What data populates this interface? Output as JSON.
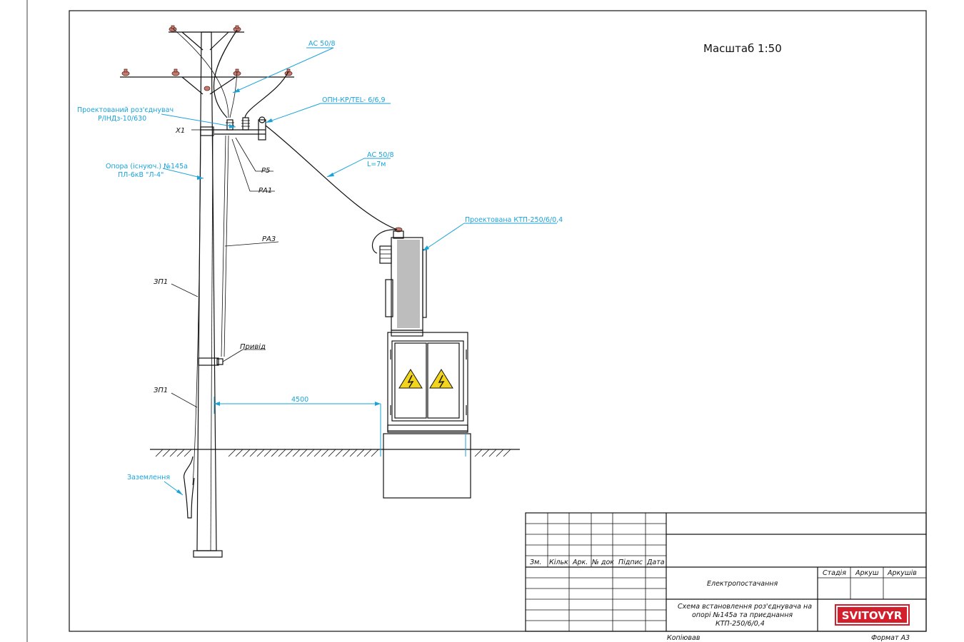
{
  "scale": "Масштаб 1:50",
  "labels": {
    "ac_top": "АС 50/8",
    "disconnector_1": "Проектований роз'єднувач",
    "disconnector_2": "Р/ІНДз-10/630",
    "opn": "ОПН-КР/TEL- 6/6,9",
    "x1": "Х1",
    "ac_mid_1": "АС 50/8",
    "ac_mid_2": "L=7м",
    "pole_1": "Опора (існуюч.) №145а",
    "pole_2": "ПЛ-6кВ \"Л-4\"",
    "p5": "Р5",
    "pa1": "РА1",
    "pa3": "РА3",
    "ktp": "Проектована КТП-250/6/0,4",
    "zp1_top": "ЗП1",
    "privid": "Привід",
    "zp1_bottom": "ЗП1",
    "dim_4500": "4500",
    "grounding": "Заземлення"
  },
  "title_block": {
    "headers": [
      "Зм.",
      "Кільк",
      "Арк.",
      "№ док",
      "Підпис",
      "Дата"
    ],
    "designation": "Електропостачання",
    "stage_headers": [
      "Стадія",
      "Аркуш",
      "Аркушів"
    ],
    "description": "Схема встановлення роз'єднувача на опорі №145а та приєднання КТП-250/6/0,4",
    "description_lines": [
      "Схема встановлення роз'єднувача на",
      "опорі №145а та приєднання",
      "КТП-250/6/0,4"
    ],
    "logo": "SVITOVYR",
    "copied": "Копіював",
    "format": "Формат А3"
  },
  "colors": {
    "leader": "#1aa3d9",
    "logo": "#d21f2b",
    "warning": "#f2d41c"
  }
}
